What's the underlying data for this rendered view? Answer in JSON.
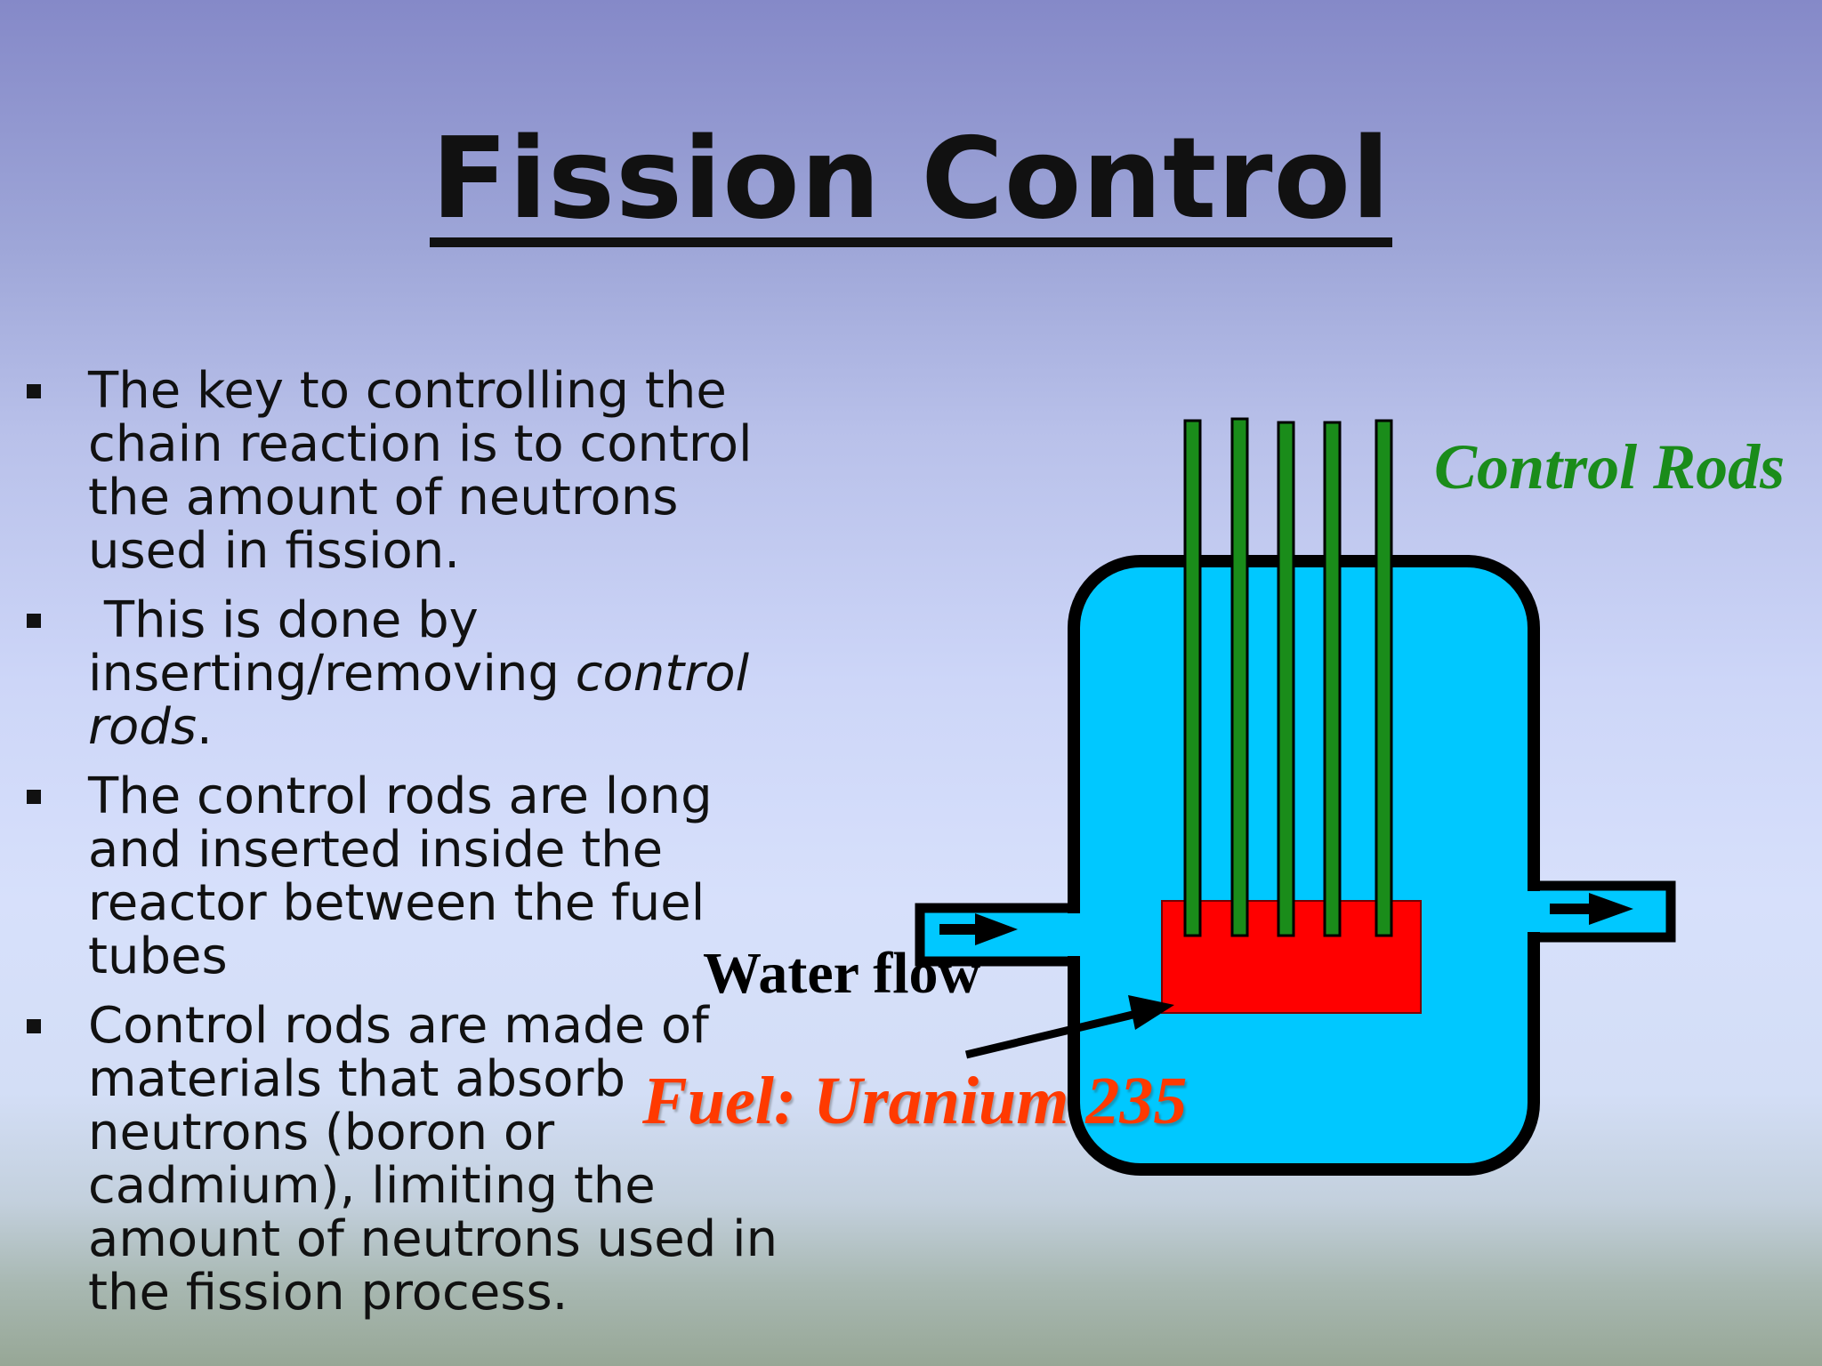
{
  "slide": {
    "title": "Fission Control",
    "bullets": [
      {
        "text": "The key to controlling the chain reaction is to control the amount of neutrons used in fission."
      },
      {
        "text_before": " This is done by inserting/removing ",
        "emphasis": "control rods",
        "text_after": "."
      },
      {
        "text": "The control rods are long and inserted inside the reactor between the fuel tubes"
      },
      {
        "text": "Control rods are made of materials that absorb neutrons (boron or cadmium), limiting the amount of neutrons used in the fission process."
      }
    ]
  },
  "diagram": {
    "labels": {
      "control_rods": "Control Rods",
      "water_flow": "Water flow",
      "fuel": "Fuel: Uranium 235"
    },
    "colors": {
      "water": "#00c8ff",
      "fuel": "#ff0000",
      "control_rods": "#1a8c1a",
      "outline": "#000000",
      "control_rods_label": "#1a8c1a",
      "water_flow_label": "#000000",
      "fuel_label": "#ff3a00"
    },
    "control_rod_count": 5,
    "icons": [
      "water-inlet-arrow-icon",
      "water-outlet-arrow-icon",
      "fuel-pointer-arrow-icon"
    ]
  }
}
